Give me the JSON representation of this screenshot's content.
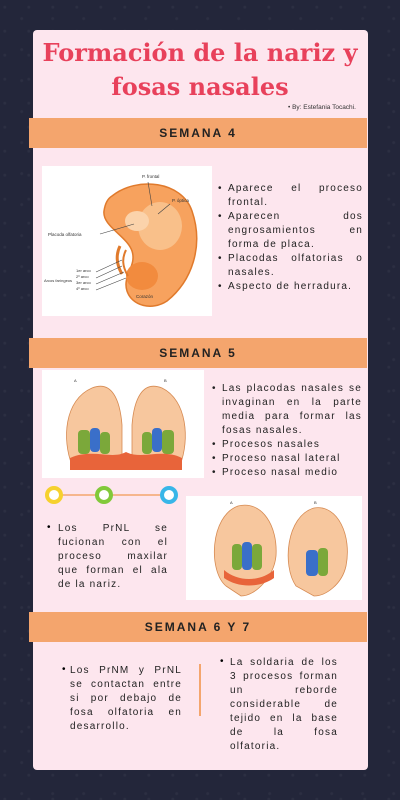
{
  "header": {
    "title_line1": "Formación de la nariz y",
    "title_line2": "fosas nasales",
    "author": "By: Estefania Tocachi."
  },
  "week4": {
    "heading": "SEMANA 4",
    "bullets": [
      "Aparece el proceso frontal.",
      "Aparecen dos engrosamientos en forma de placa.",
      "Placodas olfatorias o nasales.",
      "Aspecto de herradura."
    ],
    "figure_labels": [
      "P. frontal",
      "P. óptica",
      "Placoda olfatoria",
      "1er arco",
      "2º arco",
      "3er arco",
      "4º arco",
      "Arcos faríngeos",
      "Corazón"
    ]
  },
  "week5": {
    "heading": "SEMANA 5",
    "bullets": [
      "Las placodas nasales se invaginan en la parte media para formar las fosas nasales.",
      "Procesos nasales",
      "Proceso nasal lateral",
      "Proceso nasal medio"
    ],
    "paragraph": "Los PrNL se fucionan con el proceso maxilar que forman el ala de la nariz.",
    "timeline_colors": [
      "#f6d12e",
      "#82c93a",
      "#38b6e8"
    ]
  },
  "week6": {
    "heading": "SEMANA 6 Y 7",
    "left_text": "Los PrNM y PrNL se contactan entre si por debajo de fosa olfatoria en desarrollo.",
    "right_text": "La soldaria de los 3 procesos forman un reborde considerable de tejido en la base de la fosa olfatoria."
  }
}
